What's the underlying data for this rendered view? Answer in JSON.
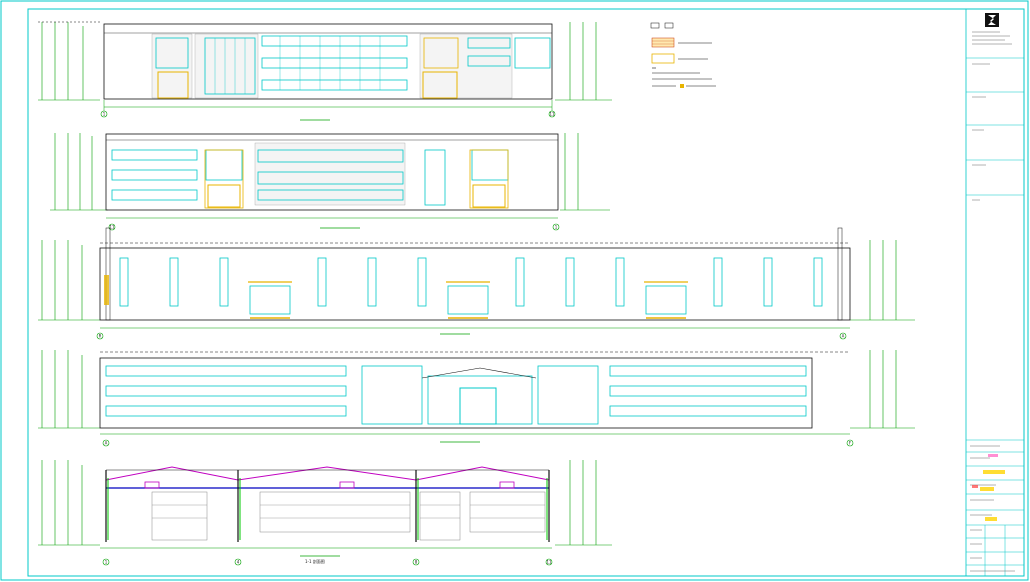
{
  "colors": {
    "frame": "#00c8c8",
    "line": "#111111",
    "glass": "#00c8c8",
    "dim": "#00a000",
    "door": "#e8b400",
    "truss": "#c000c0",
    "steel": "#0000c0",
    "hatch": "#c83200"
  },
  "elevations": {
    "e1": {
      "start_axis": "1",
      "end_axis": "11"
    },
    "e2": {
      "start_axis": "11",
      "end_axis": "1"
    },
    "e3": {
      "start_axis": "R",
      "end_axis": "A"
    },
    "e4": {
      "start_axis": "A",
      "end_axis": "F"
    },
    "section": {
      "title": "1-1 剖面图",
      "axes": [
        "1",
        "4",
        "8",
        "11"
      ]
    }
  },
  "legend": {
    "items": [
      "",
      ""
    ]
  },
  "title_block": {
    "logo": "company-logo"
  }
}
